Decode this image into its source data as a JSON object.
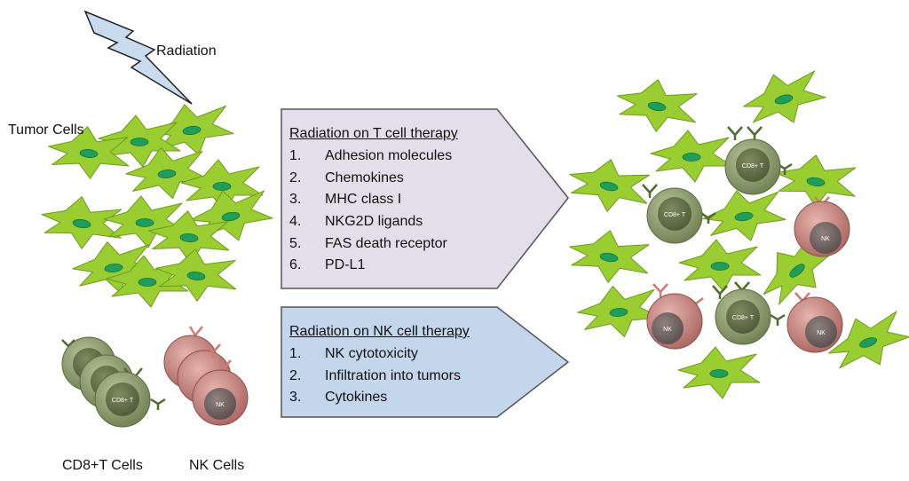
{
  "labels": {
    "radiation": "Radiation",
    "tumor_cells": "Tumor Cells",
    "cd8_cells": "CD8+T Cells",
    "nk_cells": "NK Cells"
  },
  "cell_text": {
    "cd8": "CD8+ T",
    "nk": "NK"
  },
  "panels": {
    "t_cell": {
      "title": "Radiation on T cell therapy",
      "items": [
        {
          "num": "1.",
          "text": "Adhesion molecules"
        },
        {
          "num": "2.",
          "text": "Chemokines"
        },
        {
          "num": "3.",
          "text": "MHC class I"
        },
        {
          "num": "4.",
          "text": "NKG2D ligands"
        },
        {
          "num": "5.",
          "text": "FAS death receptor"
        },
        {
          "num": "6.",
          "text": "PD-L1"
        }
      ]
    },
    "nk_cell": {
      "title": "Radiation on NK cell therapy",
      "items": [
        {
          "num": "1.",
          "text": "NK cytotoxicity"
        },
        {
          "num": "2.",
          "text": "Infiltration into tumors"
        },
        {
          "num": "3.",
          "text": "Cytokines"
        }
      ]
    }
  },
  "colors": {
    "tumor_fill": "#9ACD32",
    "tumor_nucleus": "#1F9E5A",
    "cd8_fill": "#8A9A6A",
    "cd8_nucleus": "#5E6B45",
    "nk_fill": "#C98A86",
    "nk_nucleus": "#6E5E5C",
    "panel_t_fill": "#E4DEEA",
    "panel_nk_fill": "#C3D6EC",
    "lightning_fill": "#C9DBEE"
  }
}
